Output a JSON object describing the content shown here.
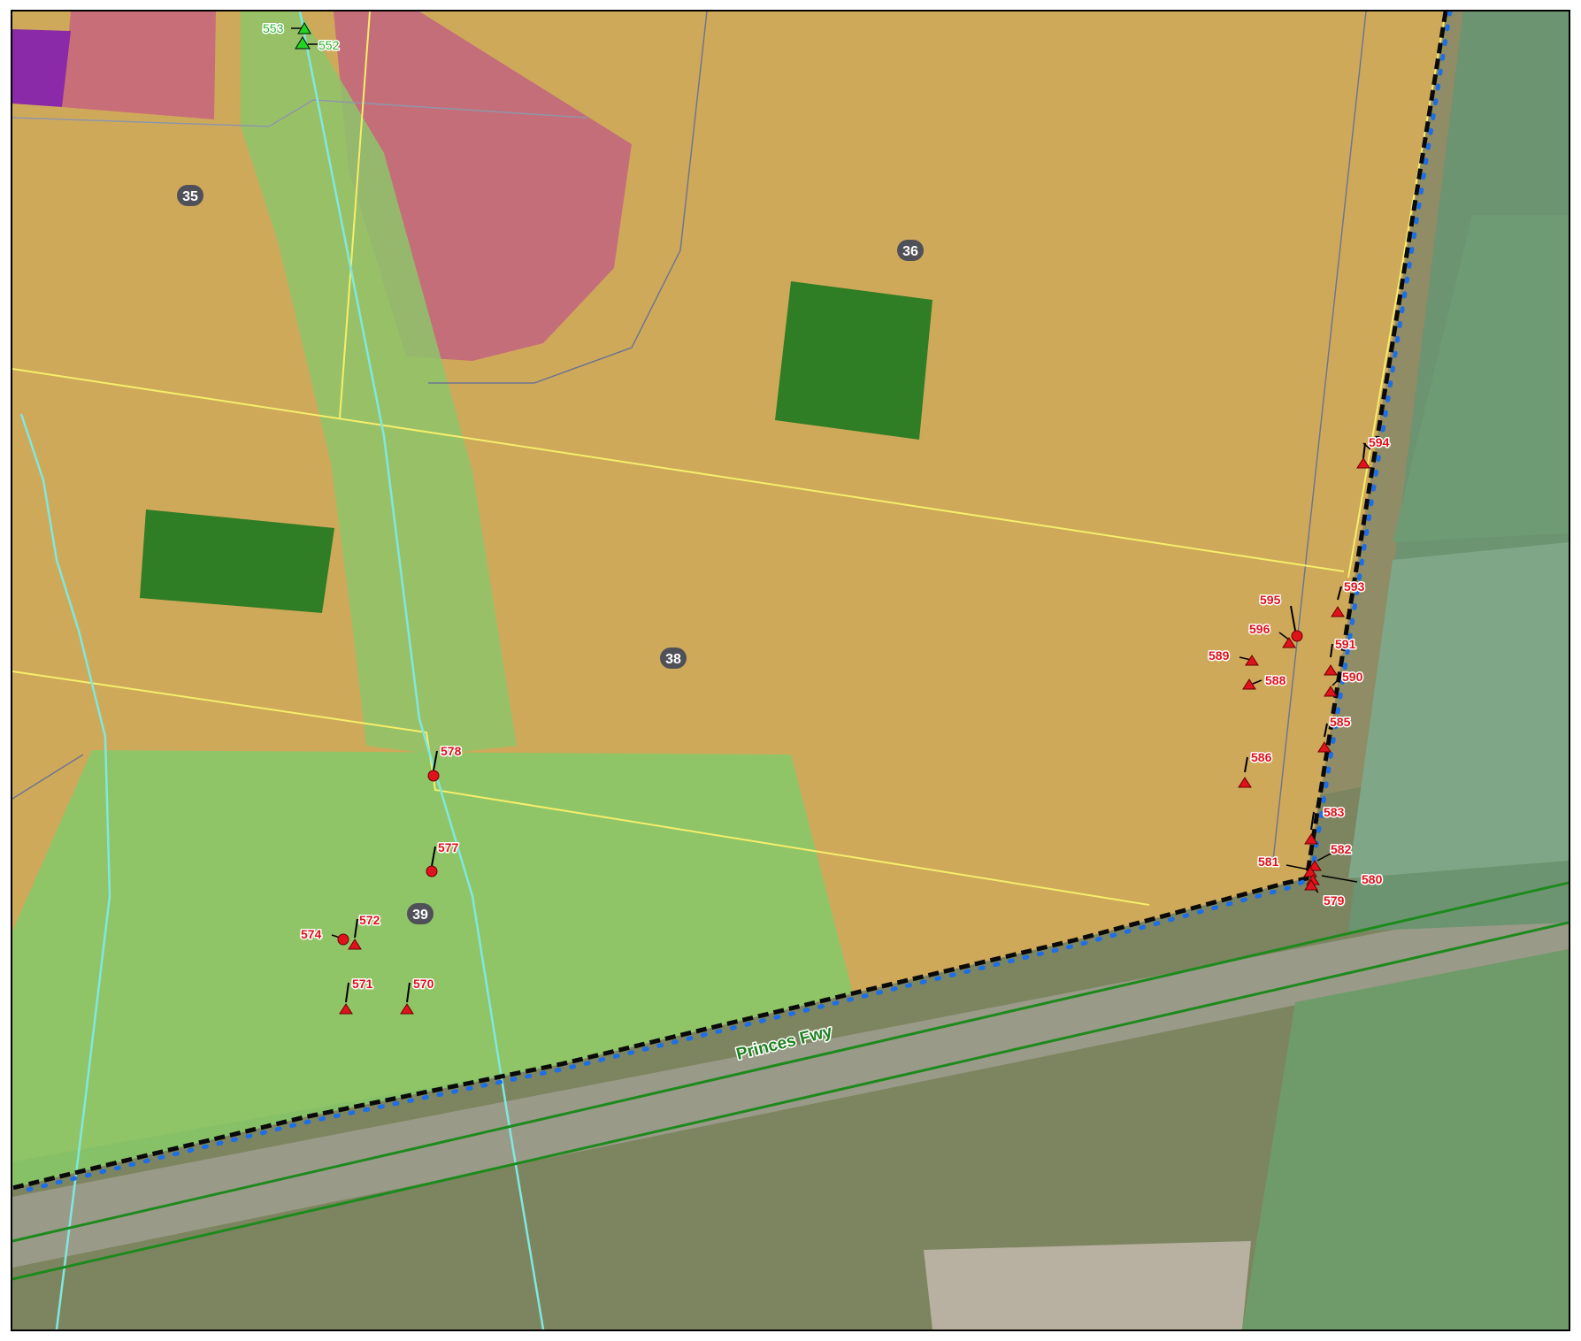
{
  "map": {
    "road_label": "Princes Fwy",
    "colors": {
      "field": "#c8a558",
      "overlay_yellow": "#f0c860",
      "overlay_green": "#7cc860",
      "overlay_pink": "#c86a78",
      "overlay_purple": "#8a2aa6",
      "dark_green_plot": "#2d7a22",
      "site_marker": "#e0121b",
      "boundary_yellow": "#f5ee6a",
      "creek_cyan": "#7fe8e0",
      "road_green": "#1d8a1d",
      "boundary_dashed_blue": "#1e6ee6"
    },
    "parcels": [
      {
        "label": "35"
      },
      {
        "label": "36"
      },
      {
        "label": "38"
      },
      {
        "label": "39"
      }
    ],
    "sites_green": [
      {
        "label": "553",
        "marker": "triangle"
      },
      {
        "label": "552",
        "marker": "triangle"
      }
    ],
    "sites": [
      {
        "label": "594",
        "marker": "triangle"
      },
      {
        "label": "593",
        "marker": "triangle"
      },
      {
        "label": "595",
        "marker": "circle"
      },
      {
        "label": "596",
        "marker": "triangle"
      },
      {
        "label": "589",
        "marker": "triangle"
      },
      {
        "label": "591",
        "marker": "triangle"
      },
      {
        "label": "588",
        "marker": "triangle"
      },
      {
        "label": "590",
        "marker": "triangle"
      },
      {
        "label": "585",
        "marker": "triangle"
      },
      {
        "label": "586",
        "marker": "triangle"
      },
      {
        "label": "583",
        "marker": "triangle"
      },
      {
        "label": "582",
        "marker": "triangle"
      },
      {
        "label": "581",
        "marker": "triangle"
      },
      {
        "label": "580",
        "marker": "triangle"
      },
      {
        "label": "579",
        "marker": "triangle"
      },
      {
        "label": "578",
        "marker": "circle"
      },
      {
        "label": "577",
        "marker": "circle"
      },
      {
        "label": "572",
        "marker": "triangle"
      },
      {
        "label": "574",
        "marker": "circle"
      },
      {
        "label": "571",
        "marker": "triangle"
      },
      {
        "label": "570",
        "marker": "triangle"
      }
    ]
  }
}
